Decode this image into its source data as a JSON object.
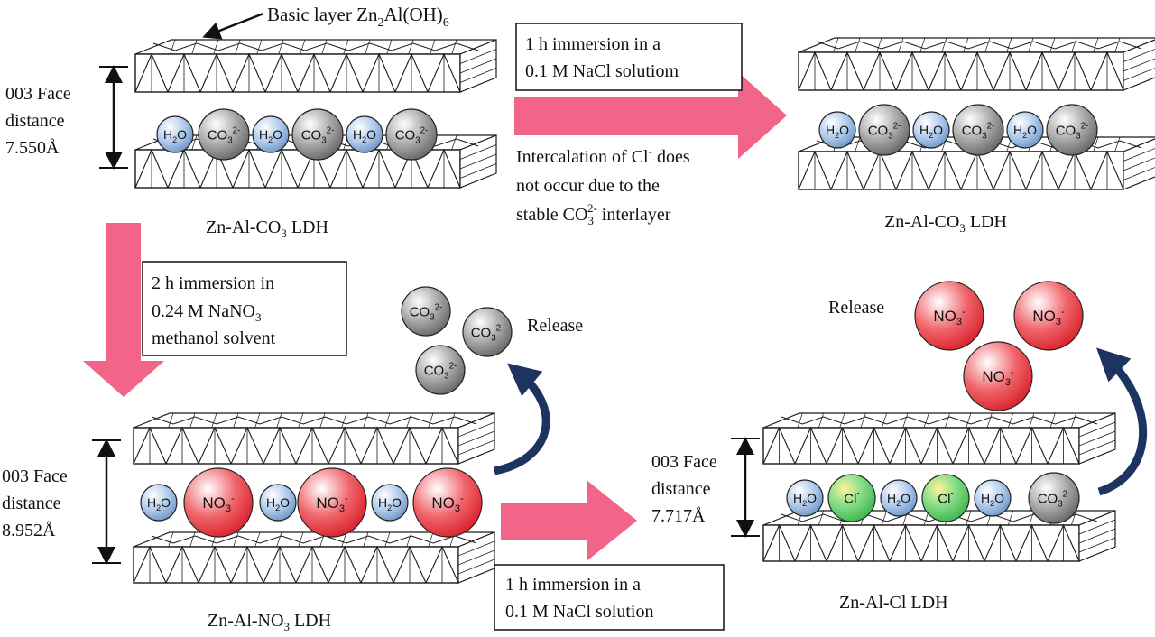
{
  "colors": {
    "arrow_pink": "#f26488",
    "curve_navy": "#1d3461",
    "layer_stroke": "#1a1a1a",
    "ion_h2o": "#a9c6ea",
    "ion_co3": "#9a9a9a",
    "ion_no3": "#e6343c",
    "ion_cl": "#5ccf6a"
  },
  "basic_layer": {
    "prefix": "Basic layer Zn",
    "sub1": "2",
    "mid": "Al(OH)",
    "sub2": "6"
  },
  "ldh_top_left": {
    "face_line1": "003 Face",
    "face_line2": "distance",
    "face_line3": "7.550Å",
    "name_prefix": "Zn-Al-CO",
    "name_sub": "3",
    "name_suffix": " LDH",
    "ions": [
      "H2O",
      "CO3 2-",
      "H2O",
      "CO3 2-",
      "H2O",
      "CO3 2-"
    ]
  },
  "step1_box": {
    "line1": "1 h immersion in a",
    "line2": "0.1 M NaCl solutiom"
  },
  "intercalation_note": {
    "line1_pre": "Intercalation of Cl",
    "line1_sup": "-",
    "line1_post": " does",
    "line2": "not occur due to the",
    "line3_pre": "stable CO",
    "line3_sub": "3",
    "line3_sup": "2-",
    "line3_post": " interlayer"
  },
  "ldh_top_right": {
    "name_prefix": "Zn-Al-CO",
    "name_sub": "3",
    "name_suffix": " LDH",
    "ions": [
      "H2O",
      "CO3 2-",
      "H2O",
      "CO3 2-",
      "H2O",
      "CO3 2-"
    ]
  },
  "step2_box": {
    "line1": "2 h immersion  in",
    "line2_pre": "0.24 M NaNO",
    "line2_sub": "3",
    "line3": "methanol solvent"
  },
  "release_left": {
    "label": "Release",
    "ions": [
      "CO3 2-",
      "CO3 2-",
      "CO3 2-"
    ]
  },
  "ldh_bottom_left": {
    "face_line1": "003 Face",
    "face_line2": "distance",
    "face_line3": "8.952Å",
    "name_prefix": "Zn-Al-NO",
    "name_sub": "3",
    "name_suffix": " LDH",
    "ions": [
      "H2O",
      "NO3 -",
      "H2O",
      "NO3 -",
      "H2O",
      "NO3 -"
    ]
  },
  "step3_box": {
    "line1": "1 h immersion in a",
    "line2": "0.1 M NaCl solution"
  },
  "ldh_bottom_right": {
    "face_line1": "003 Face",
    "face_line2": "distance",
    "face_line3": "7.717Å",
    "name": "Zn-Al-Cl LDH",
    "ions": [
      "H2O",
      "Cl -",
      "H2O",
      "Cl -",
      "H2O",
      "CO3 2-"
    ]
  },
  "release_right": {
    "label": "Release",
    "ions": [
      "NO3 -",
      "NO3 -",
      "NO3 -"
    ]
  }
}
